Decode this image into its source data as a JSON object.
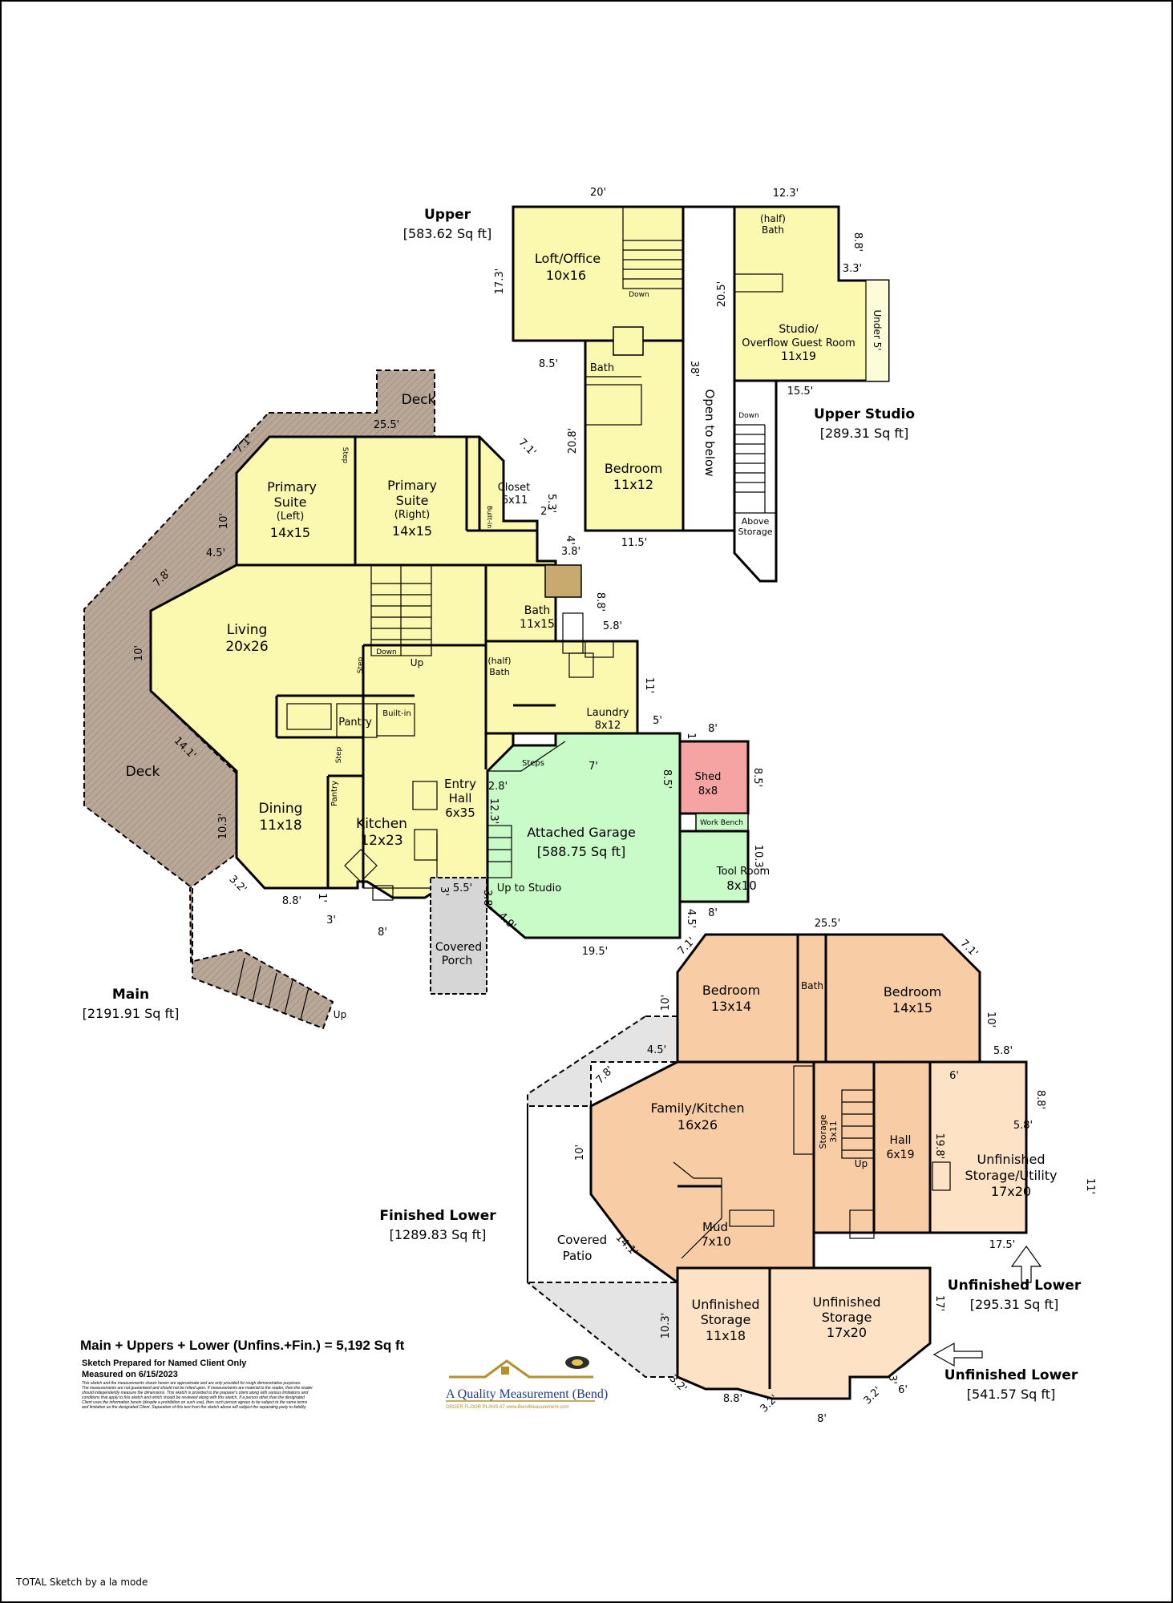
{
  "colors": {
    "main_yellow": "#fbf8b0",
    "deck_gray": "#b9a898",
    "garage_green": "#c8fbc8",
    "shed_pink": "#f5a3a3",
    "lower_orange": "#f8cca4",
    "unfinished_peach": "#fde2c6",
    "covered_gray": "#e4e4e4"
  },
  "sections": {
    "upper": {
      "title": "Upper",
      "area": "[583.62 Sq ft]"
    },
    "upper_studio": {
      "title": "Upper Studio",
      "area": "[289.31 Sq ft]"
    },
    "main": {
      "title": "Main",
      "area": "[2191.91 Sq ft]"
    },
    "finished_lower": {
      "title": "Finished Lower",
      "area": "[1289.83 Sq ft]"
    },
    "unfinished_lower_1": {
      "title": "Unfinished Lower",
      "area": "[295.31 Sq ft]"
    },
    "unfinished_lower_2": {
      "title": "Unfinished Lower",
      "area": "[541.57 Sq ft]"
    }
  },
  "rooms": {
    "loft_office": [
      "Loft/Office",
      "10x16"
    ],
    "bath_upper": [
      "Bath"
    ],
    "bedroom_upper": [
      "Bedroom",
      "11x12"
    ],
    "open_to_below": "Open to below",
    "half_bath_studio": [
      "(half)",
      "Bath"
    ],
    "studio": [
      "Studio/",
      "Overflow Guest Room",
      "11x19"
    ],
    "under5": "Under 5'",
    "above_storage": [
      "Above",
      "Storage"
    ],
    "deck_top": "Deck",
    "deck_left": "Deck",
    "primary_left": [
      "Primary",
      "Suite",
      "(Left)",
      "14x15"
    ],
    "primary_right": [
      "Primary",
      "Suite",
      "(Right)",
      "14x15"
    ],
    "closet": [
      "Closet",
      "6x11"
    ],
    "bath_main": [
      "Bath",
      "11x15"
    ],
    "half_bath_main": [
      "(half)",
      "Bath"
    ],
    "laundry": [
      "Laundry",
      "8x12"
    ],
    "living": [
      "Living",
      "20x26"
    ],
    "pantry1": "Pantry",
    "pantry2": "Pantry",
    "builtin1": "Built-in",
    "builtin2": "Built-in",
    "dining": [
      "Dining",
      "11x18"
    ],
    "kitchen": [
      "Kitchen",
      "12x23"
    ],
    "entry_hall": [
      "Entry",
      "Hall",
      "6x35"
    ],
    "covered_porch": [
      "Covered",
      "Porch"
    ],
    "garage": [
      "Attached Garage",
      "[588.75 Sq ft]"
    ],
    "steps": "Steps",
    "up_to_studio": "Up to Studio",
    "shed": [
      "Shed",
      "8x8"
    ],
    "work_bench": "Work Bench",
    "tool_room": [
      "Tool Room",
      "8x10"
    ],
    "bedroom_l1": [
      "Bedroom",
      "13x14"
    ],
    "bath_lower": "Bath",
    "bedroom_l2": [
      "Bedroom",
      "14x15"
    ],
    "family_kitchen": [
      "Family/Kitchen",
      "16x26"
    ],
    "storage_3x11": [
      "Storage",
      "3x11"
    ],
    "hall_lower": [
      "Hall",
      "6x19"
    ],
    "unf_utility": [
      "Unfinished",
      "Storage/Utility",
      "17x20"
    ],
    "covered_patio": [
      "Covered",
      "Patio"
    ],
    "mud": [
      "Mud",
      "7x10"
    ],
    "unf_storage_11x18": [
      "Unfinished",
      "Storage",
      "11x18"
    ],
    "unf_storage_17x20": [
      "Unfinished",
      "Storage",
      "17x20"
    ],
    "up": "Up",
    "down": "Down",
    "step": "Step"
  },
  "dimensions": {
    "up_20": "20'",
    "up_17_3": "17.3'",
    "up_8_5": "8.5'",
    "up_38": "38'",
    "up_20_8": "20.8'",
    "up_11_5": "11.5'",
    "st_12_3": "12.3'",
    "st_8_8": "8.8'",
    "st_3_3": "3.3'",
    "st_20_5": "20.5'",
    "st_15_5": "15.5'",
    "m_25_5": "25.5'",
    "m_7_1a": "7.1'",
    "m_7_1b": "7.1'",
    "m_10a": "10'",
    "m_4_5": "4.5'",
    "m_7_8": "7.8'",
    "m_10b": "10'",
    "m_14_1": "14.1'",
    "m_10_3": "10.3'",
    "m_3_2": "3.2'",
    "m_8_8": "8.8'",
    "m_1": "1'",
    "m_3": "3'",
    "m_8": "8'",
    "m_5_5": "5.5'",
    "m_3b": "3'",
    "m_5_3": "5.3'",
    "m_2": "2'",
    "m_4": "4'",
    "m_3_8": "3.8'",
    "m_8_8b": "8.8'",
    "m_5_8": "5.8'",
    "m_11": "11'",
    "m_5": "5'",
    "g_8": "8'",
    "g_1": "1'",
    "g_8_5": "8.5'",
    "g_8_5b": "8.5'",
    "g_7": "7'",
    "g_2_8": "2.8'",
    "g_12_3": "12.3'",
    "g_10_3": "10.3'",
    "g_8b": "8'",
    "g_4_5": "4.5'",
    "g_4_9": "4.9'",
    "g_3_8": "3.8'",
    "g_19_5": "19.5'",
    "l_25_5": "25.5'",
    "l_7_1a": "7.1'",
    "l_7_1b": "7.1'",
    "l_10a": "10'",
    "l_10b": "10'",
    "l_4_5": "4.5'",
    "l_5_8": "5.8'",
    "l_6": "6'",
    "l_7_8": "7.8'",
    "l_8_8": "8.8'",
    "l_5_8b": "5.8'",
    "l_10c": "10'",
    "l_11": "11'",
    "l_19_8": "19.8'",
    "l_14_1": "14.1'",
    "l_17_5": "17.5'",
    "l_17": "17'",
    "l_10_3": "10.3'",
    "l_3_2a": "3.2'",
    "l_8_8b": "8.8'",
    "l_3_2b": "3.2'",
    "l_8": "8'",
    "l_3_2c": "3.2'",
    "l_3": "3'",
    "l_6b": "6'"
  },
  "summary": {
    "total": "Main + Uppers + Lower (Unfins.+Fin.) = 5,192 Sq ft",
    "prepared": "Sketch Prepared for Named Client Only",
    "measured": "Measured on 6/15/2023",
    "disclaimer": [
      "This sketch and the measurements shown herein are approximate and are only provided for rough demonstrative purposes.",
      "The measurements are not guaranteed and should not be relied upon. If measurements are material to the reader, then the reader",
      "should independently measure the dimensions. This sketch is provided to the preparer's client along with various limitations and",
      "conditions that apply to this sketch and which should be reviewed along with this sketch. If a person other than the designated",
      "Client uses the information herein (despite a prohibition on such use), then such person agrees to be subject to the same terms",
      "and limitation as the designated Client. Separation of this text from the sketch above will subject the separating party to liability."
    ]
  },
  "logo": {
    "name": "A Quality Measurement (Bend)",
    "tagline": "ORDER FLOOR PLANS AT www.BendMeasurement.com"
  },
  "footer": "TOTAL Sketch by a la mode"
}
